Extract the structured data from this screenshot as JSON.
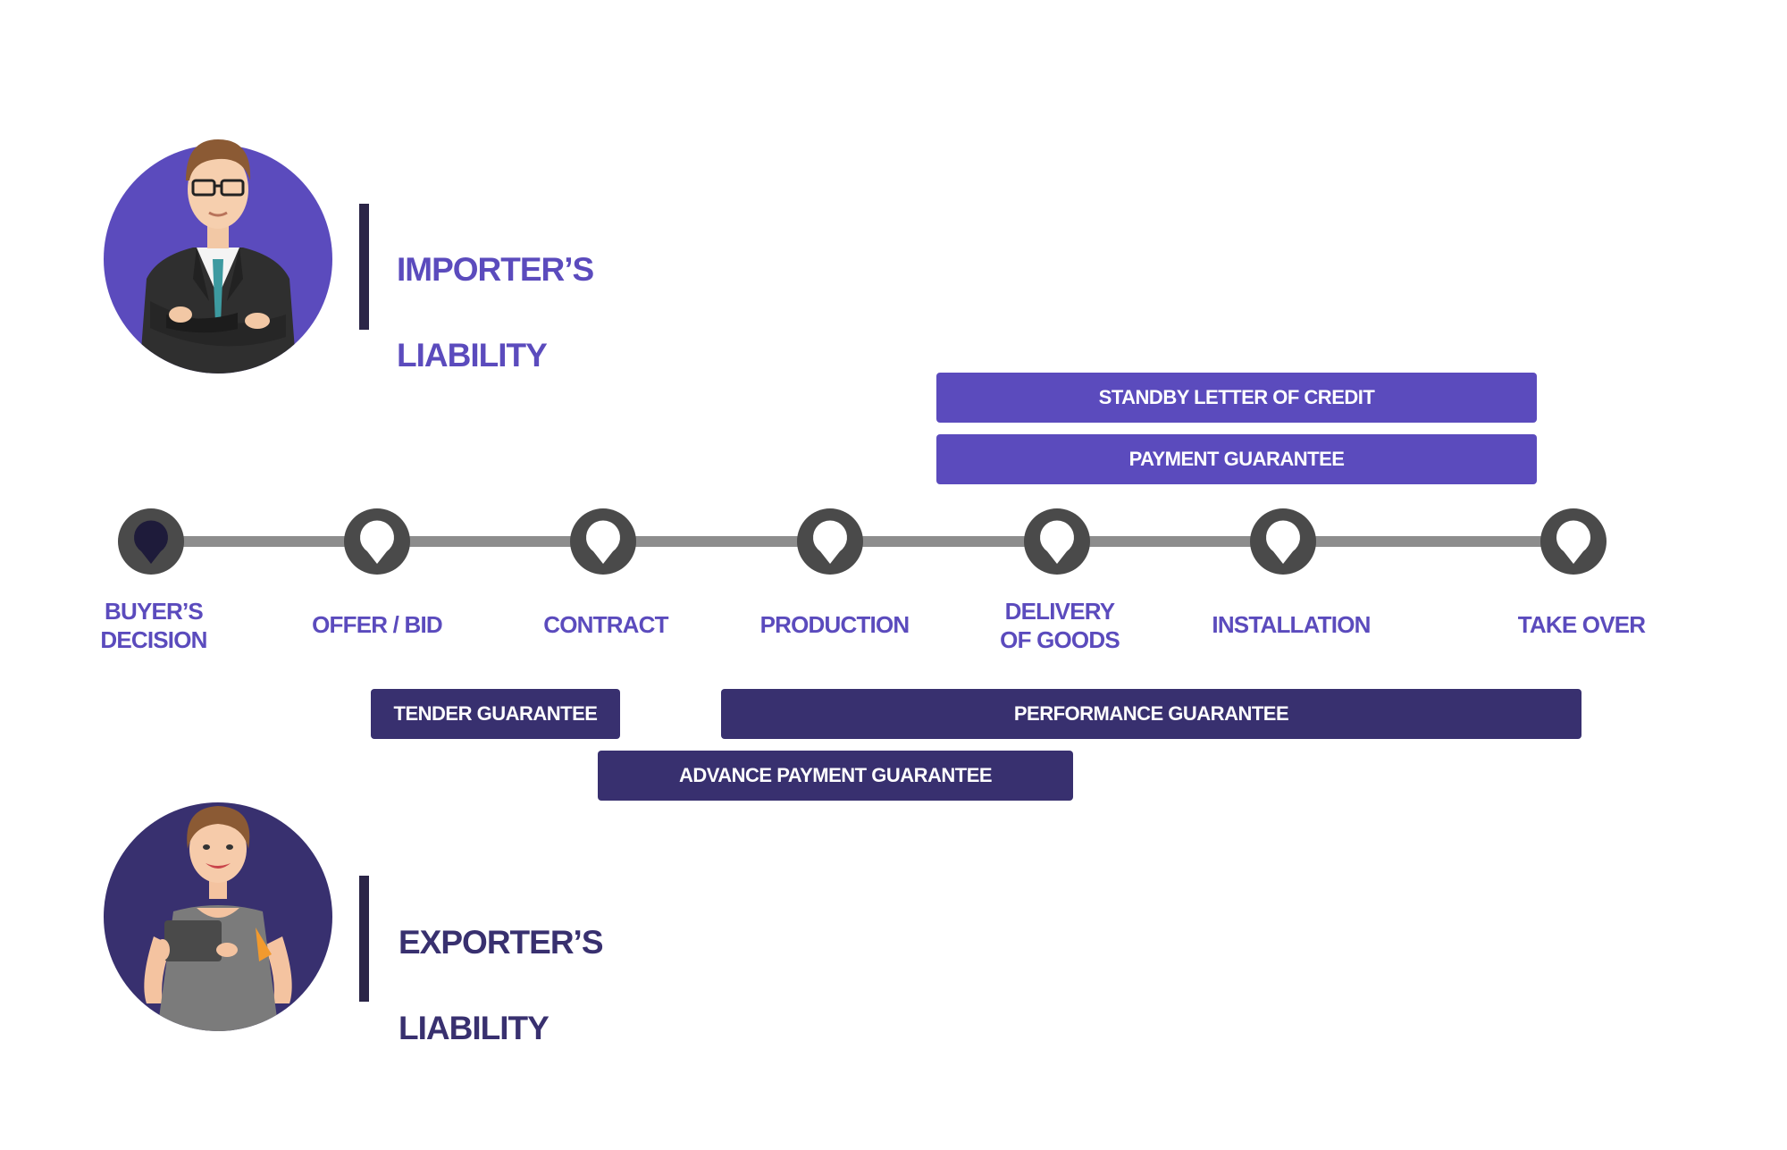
{
  "colors": {
    "accent_light": "#5b4bbd",
    "accent_dark": "#38306f",
    "track": "#8d8d8d",
    "node": "#4a4a4a",
    "node_first_fill": "#1e1b3a"
  },
  "importer": {
    "avatar_icon": "businessman-avatar-icon",
    "title_lines": [
      "IMPORTER’S",
      "LIABILITY"
    ]
  },
  "exporter": {
    "avatar_icon": "businesswoman-avatar-icon",
    "title_lines": [
      "EXPORTER’S",
      "LIABILITY"
    ]
  },
  "importer_guarantees": [
    {
      "label": "STANDBY LETTER OF CREDIT"
    },
    {
      "label": "PAYMENT GUARANTEE"
    }
  ],
  "exporter_guarantees": [
    {
      "label": "TENDER GUARANTEE"
    },
    {
      "label": "PERFORMANCE GUARANTEE"
    },
    {
      "label": "ADVANCE PAYMENT GUARANTEE"
    }
  ],
  "stages": [
    {
      "lines": [
        "BUYER’S",
        "DECISION"
      ]
    },
    {
      "lines": [
        "OFFER / BID"
      ]
    },
    {
      "lines": [
        "CONTRACT"
      ]
    },
    {
      "lines": [
        "PRODUCTION"
      ]
    },
    {
      "lines": [
        "DELIVERY",
        "OF GOODS"
      ]
    },
    {
      "lines": [
        "INSTALLATION"
      ]
    },
    {
      "lines": [
        "TAKE OVER"
      ]
    }
  ]
}
